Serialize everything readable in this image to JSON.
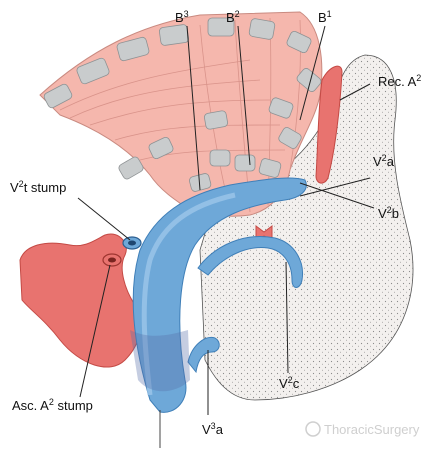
{
  "labels": {
    "b3": {
      "base": "B",
      "sup": "3"
    },
    "b2": {
      "base": "B",
      "sup": "2"
    },
    "b1": {
      "base": "B",
      "sup": "1"
    },
    "rec_a2": {
      "base": "Rec. A",
      "sup": "2"
    },
    "v2a": {
      "base": "V",
      "sup": "2",
      "tail": "a"
    },
    "v2b": {
      "base": "V",
      "sup": "2",
      "tail": "b"
    },
    "v2t_stump": {
      "base": "V",
      "sup": "2",
      "tail": "t stump"
    },
    "v2c": {
      "base": "V",
      "sup": "2",
      "tail": "c"
    },
    "asc_a2_stump": {
      "base": "Asc. A",
      "sup": "2",
      "tail": " stump"
    },
    "v3a": {
      "base": "V",
      "sup": "3",
      "tail": "a"
    }
  },
  "watermark": "ThoracicSurgery",
  "colors": {
    "artery": "#e8736f",
    "artery_dark": "#c44a45",
    "vein": "#6ea8d8",
    "vein_light": "#9cc6ea",
    "vein_dark": "#3f7fb8",
    "bronchus": "#f5b7ad",
    "cartilage": "#c9cccd",
    "parenchyma": "#f1eeec"
  }
}
